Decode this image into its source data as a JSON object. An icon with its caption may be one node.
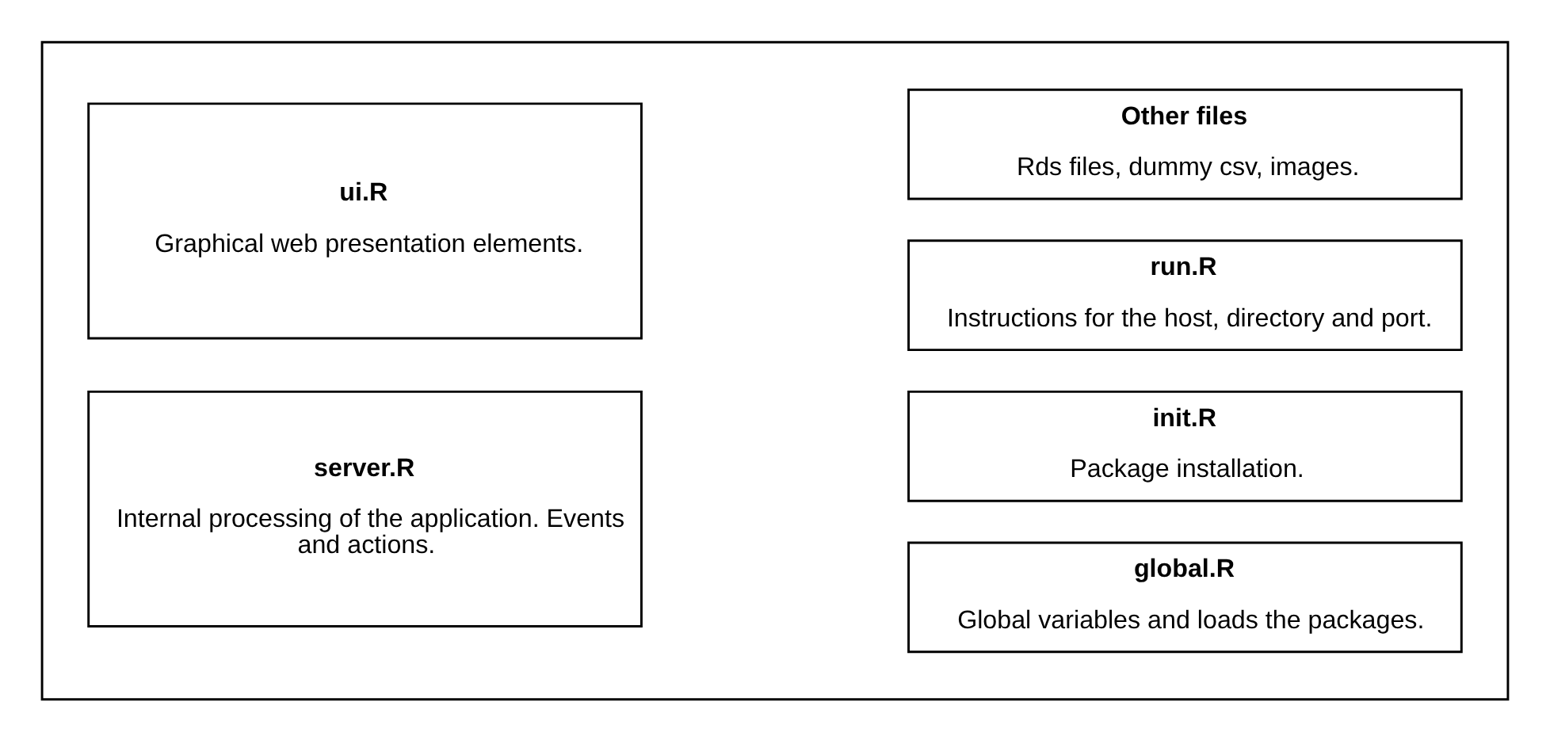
{
  "diagram": {
    "nodes": [
      {
        "text": [],
        "shape": "box"
      },
      {
        "text": [
          "server.R",
          "Internal processing of the application. Events and actions."
        ],
        "in": 0
      },
      {
        "text": [
          "ui.R",
          "Graphical web presentation elements."
        ],
        "in": 0
      },
      {
        "text": [
          "global.R",
          "Global variables and loads the packages."
        ],
        "in": 0
      },
      {
        "text": [
          "init.R",
          "Package installation."
        ],
        "in": 0
      },
      {
        "text": [
          "run.R",
          "Instructions for the host, directory and port."
        ],
        "in": 0
      },
      {
        "text": [
          "Other files",
          "Rds files, dummy csv, images."
        ],
        "in": 0
      }
    ]
  }
}
